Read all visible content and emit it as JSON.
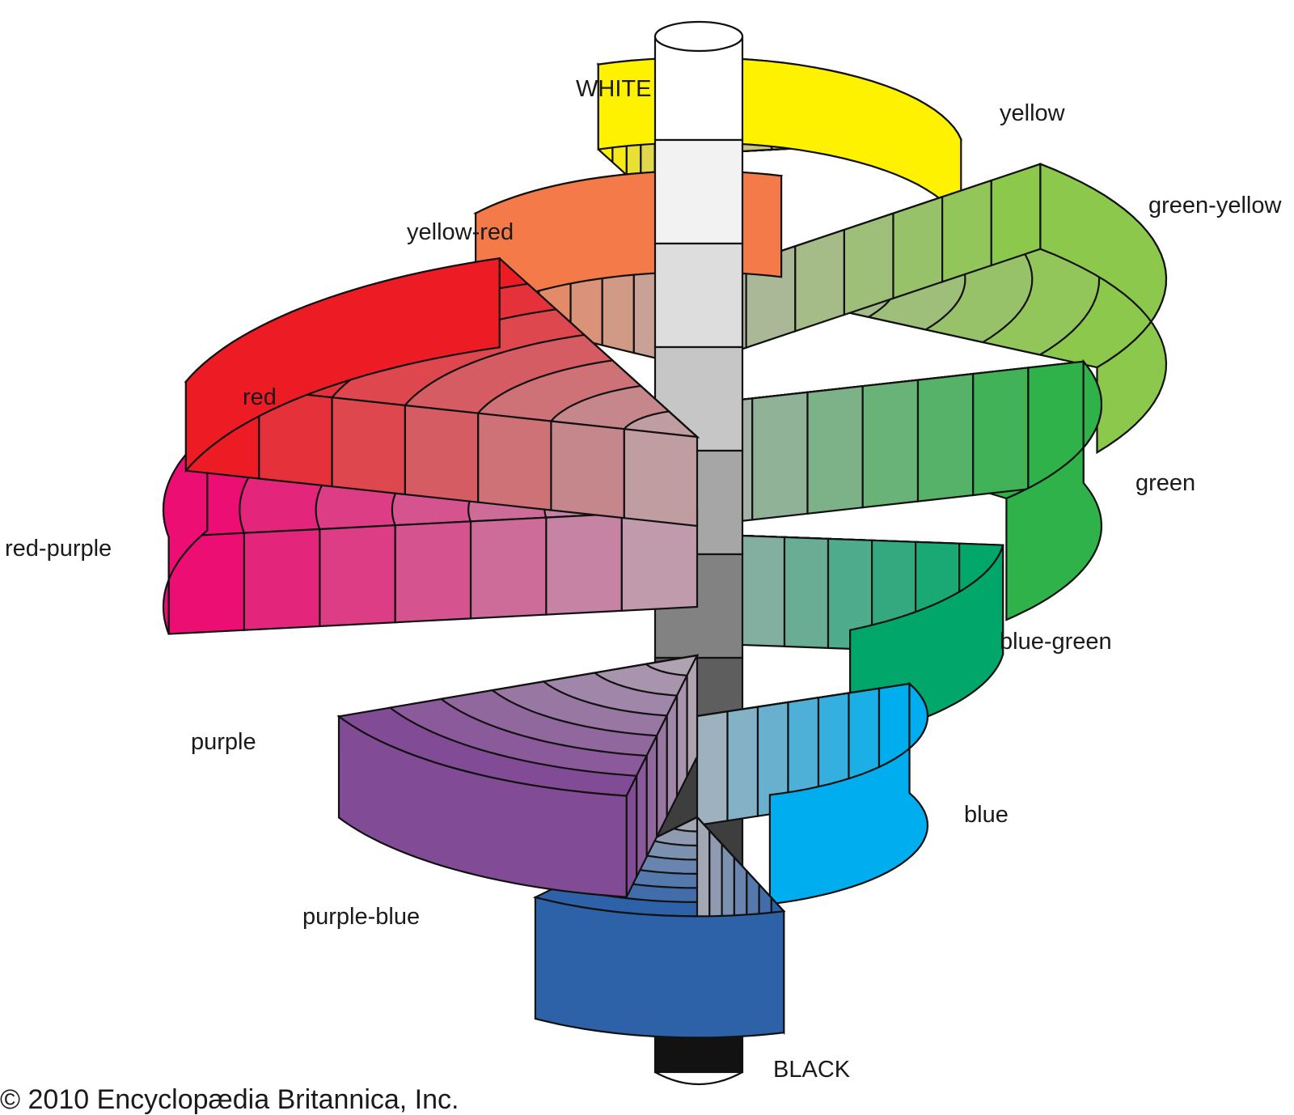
{
  "axis": {
    "top_label": "WHITE",
    "bottom_label": "BLACK",
    "values": [
      "#ffffff",
      "#f2f2f2",
      "#dddddd",
      "#c6c6c6",
      "#a6a6a6",
      "#828282",
      "#5e5e5e",
      "#3e3e3e",
      "#272727",
      "#121212"
    ]
  },
  "hues": [
    {
      "id": "yellow",
      "label": "yellow",
      "color": "#fff200"
    },
    {
      "id": "green-yellow",
      "label": "green-yellow",
      "color": "#8cc84b"
    },
    {
      "id": "green",
      "label": "green",
      "color": "#2fb24a"
    },
    {
      "id": "blue-green",
      "label": "blue-green",
      "color": "#00a66a"
    },
    {
      "id": "blue",
      "label": "blue",
      "color": "#00aeef"
    },
    {
      "id": "purple-blue",
      "label": "purple-blue",
      "color": "#2e62a8"
    },
    {
      "id": "purple",
      "label": "purple",
      "color": "#824b95"
    },
    {
      "id": "red-purple",
      "label": "red-purple",
      "color": "#ec0e72"
    },
    {
      "id": "red",
      "label": "red",
      "color": "#ed1c24"
    },
    {
      "id": "yellow-red",
      "label": "yellow-red",
      "color": "#f47b49"
    }
  ],
  "copyright": "© 2010 Encyclopædia Britannica, Inc."
}
